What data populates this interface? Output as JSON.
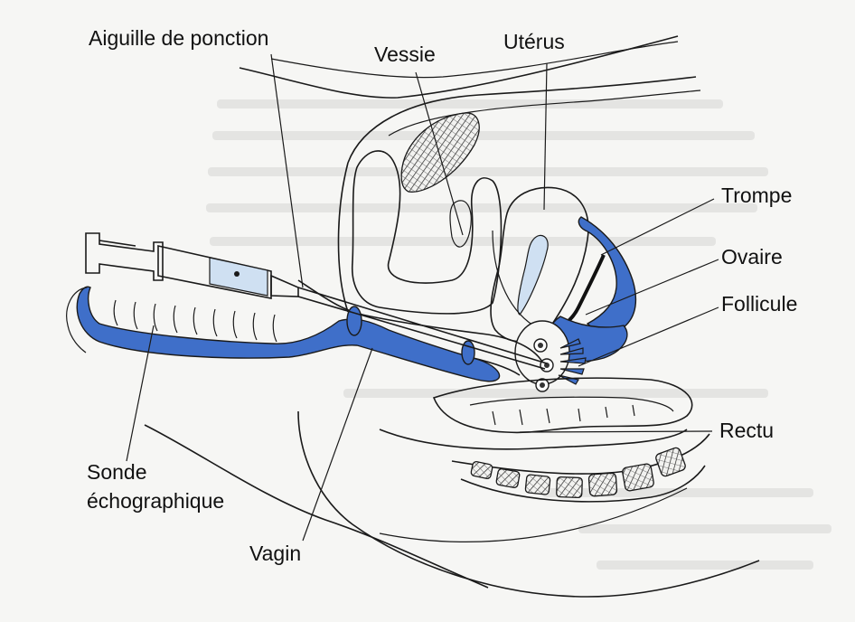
{
  "labels": {
    "needle": "Aiguille de ponction",
    "bladder": "Vessie",
    "uterus": "Utérus",
    "tube": "Trompe",
    "ovary": "Ovaire",
    "follicle": "Follicule",
    "rectum": "Rectu",
    "probe_line1": "Sonde",
    "probe_line2": "échographique",
    "vagina": "Vagin"
  },
  "colors": {
    "accent_blue": "#3f6fc9",
    "light_blue": "#cfe0f2",
    "line": "#1a1a1a",
    "background": "#f6f6f4"
  }
}
